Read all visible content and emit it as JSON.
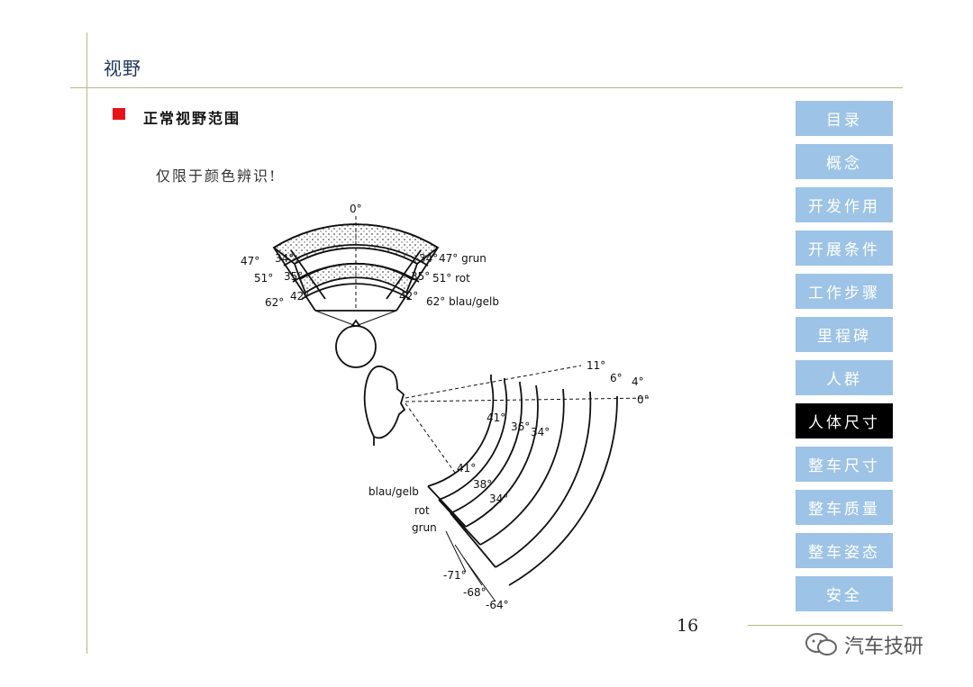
{
  "header": {
    "title": "视野"
  },
  "section": {
    "title": "正常视野范围",
    "note": "仅限于颜色辨识!"
  },
  "nav": {
    "items": [
      {
        "label": "目录"
      },
      {
        "label": "概念"
      },
      {
        "label": "开发作用"
      },
      {
        "label": "开展条件"
      },
      {
        "label": "工作步骤"
      },
      {
        "label": "里程碑"
      },
      {
        "label": "人群"
      },
      {
        "label": "人体尺寸"
      },
      {
        "label": "整车尺寸"
      },
      {
        "label": "整车质量"
      },
      {
        "label": "整车姿态"
      },
      {
        "label": "安全"
      }
    ],
    "active_index": 7
  },
  "diagram": {
    "top_view": {
      "center": "0°",
      "left_labels": [
        "47°",
        "51°",
        "62°"
      ],
      "inner_left": [
        "34°",
        "35°",
        "42°"
      ],
      "inner_right": [
        "34°",
        "35°",
        "42°"
      ],
      "right_labels": [
        "47° grun",
        "51° rot",
        "62° blau/gelb"
      ]
    },
    "side_view": {
      "up_angles": [
        "11°",
        "6°",
        "4°",
        "0°"
      ],
      "upper_inner": [
        "41°",
        "36°",
        "34°"
      ],
      "lower_inner": [
        "41°",
        "38°",
        "34°"
      ],
      "color_labels": [
        "blau/gelb",
        "rot",
        "grun"
      ],
      "down_angles": [
        "-71°",
        "-68°",
        "-64°"
      ]
    }
  },
  "footer": {
    "page": "16",
    "watermark": "汽车技研"
  }
}
